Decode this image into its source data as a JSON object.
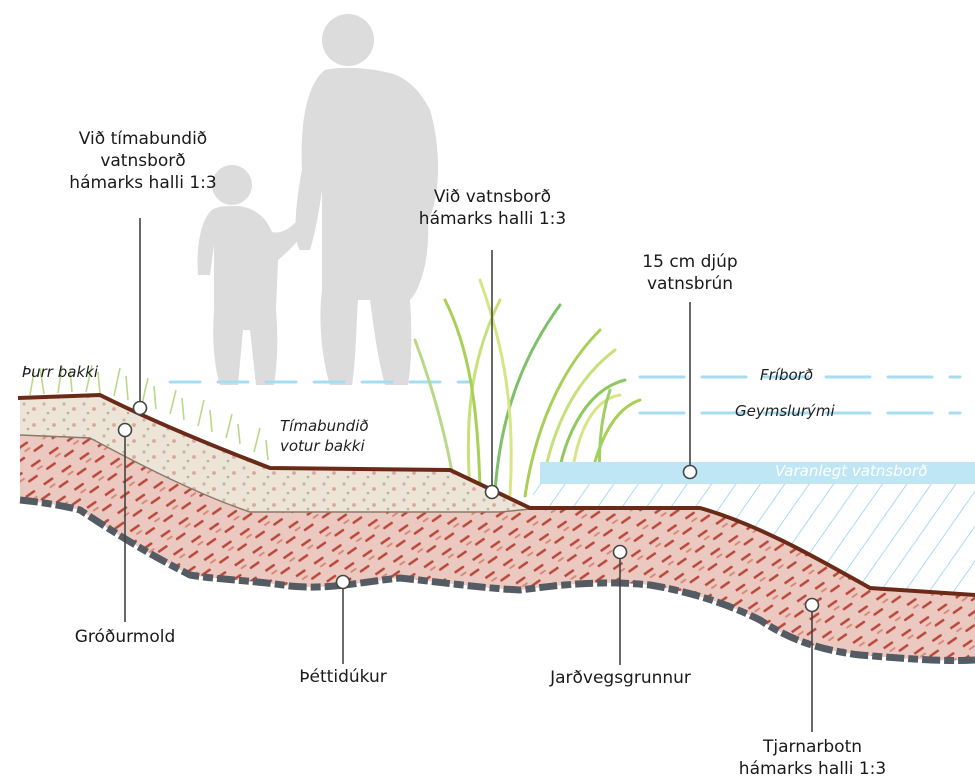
{
  "callouts": {
    "temp_water_slope": [
      "Við tímabundið",
      "vatnsborð",
      "hámarks halli 1:3"
    ],
    "water_slope": [
      "Við vatnsborð",
      "hámarks halli 1:3"
    ],
    "water_edge": [
      "15 cm djúp",
      "vatnsbrún"
    ],
    "topsoil": "Gróðurmold",
    "liner": "Þéttidúkur",
    "subgrade": "Jarðvegsgrunnur",
    "pond_bottom": [
      "Tjarnarbotn",
      "hámarks halli 1:3"
    ]
  },
  "zones": {
    "dry_bank": "Þurr bakki",
    "wet_bank": [
      "Tímabundið",
      "votur bakki"
    ],
    "freeboard": "Fríborð",
    "storage": "Geymslurými",
    "permanent_water": "Varanlegt vatnsborð"
  },
  "colors": {
    "topsoil": "#e6dccc",
    "subgrade": "#ecc9c0",
    "hatch": "#8e2c1e",
    "surface": "#6b2a18",
    "liner": "#555b63",
    "water": "#bfe6f5",
    "water_line": "#8fd2ee",
    "silhouette": "#dcdcdc",
    "grass": "#a9cf57"
  }
}
